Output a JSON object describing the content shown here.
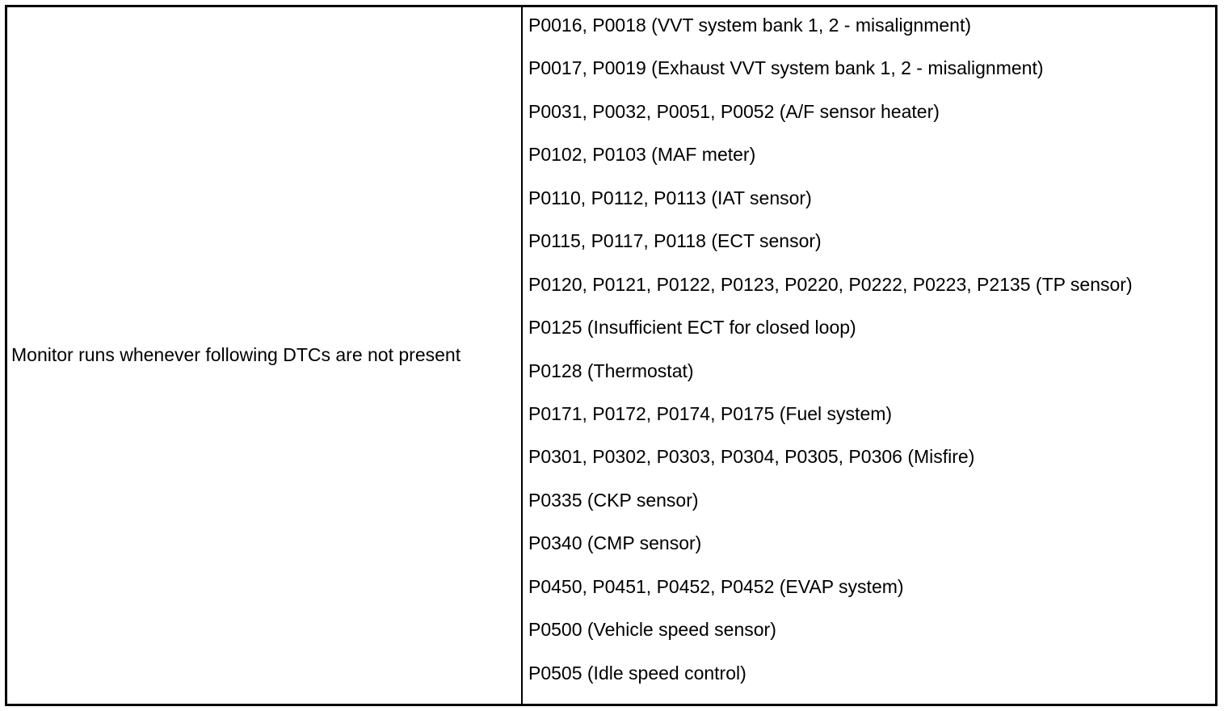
{
  "table": {
    "condition": "Monitor runs whenever following DTCs are not present",
    "dtcs": [
      "P0016, P0018 (VVT system bank 1, 2 - misalignment)",
      "P0017, P0019 (Exhaust VVT system bank 1, 2 - misalignment)",
      "P0031, P0032, P0051, P0052 (A/F sensor heater)",
      "P0102, P0103 (MAF meter)",
      "P0110, P0112, P0113 (IAT sensor)",
      "P0115, P0117, P0118 (ECT sensor)",
      "P0120, P0121, P0122, P0123, P0220, P0222, P0223, P2135 (TP sensor)",
      "P0125 (Insufficient ECT for closed loop)",
      "P0128 (Thermostat)",
      "P0171, P0172, P0174, P0175 (Fuel system)",
      "P0301, P0302, P0303, P0304, P0305, P0306 (Misfire)",
      "P0335 (CKP sensor)",
      "P0340 (CMP sensor)",
      "P0450, P0451, P0452, P0452 (EVAP system)",
      "P0500 (Vehicle speed sensor)",
      "P0505 (Idle speed control)"
    ]
  }
}
